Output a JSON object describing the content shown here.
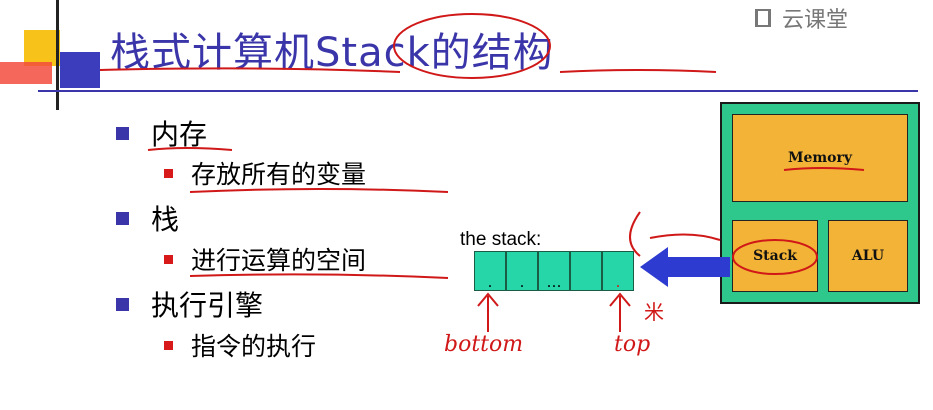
{
  "slide": {
    "title": "栈式计算机Stack的结构"
  },
  "watermark": {
    "text": "云课堂",
    "icon": "book-icon"
  },
  "bullets": [
    {
      "level": 1,
      "text": "内存"
    },
    {
      "level": 2,
      "text": "存放所有的变量"
    },
    {
      "level": 1,
      "text": "栈"
    },
    {
      "level": 2,
      "text": "进行运算的空间"
    },
    {
      "level": 1,
      "text": "执行引擎"
    },
    {
      "level": 2,
      "text": "指令的执行"
    }
  ],
  "stack_diagram": {
    "label": "the stack:",
    "cells": [
      ".",
      ".",
      "…",
      "",
      "."
    ]
  },
  "computer_diagram": {
    "memory": "Memory",
    "stack": "Stack",
    "alu": "ALU"
  },
  "annotations": {
    "bottom": "bottom",
    "top": "top",
    "top_note": "米"
  },
  "colors": {
    "title": "#3a35a8",
    "bullet_l1": "#3a35a8",
    "bullet_l2": "#d8191a",
    "stack_cell": "#26d6a8",
    "component": "#f2b336",
    "computer_bg": "#2ec88c",
    "arrow": "#2d3bd0",
    "annotation": "#d01818"
  }
}
